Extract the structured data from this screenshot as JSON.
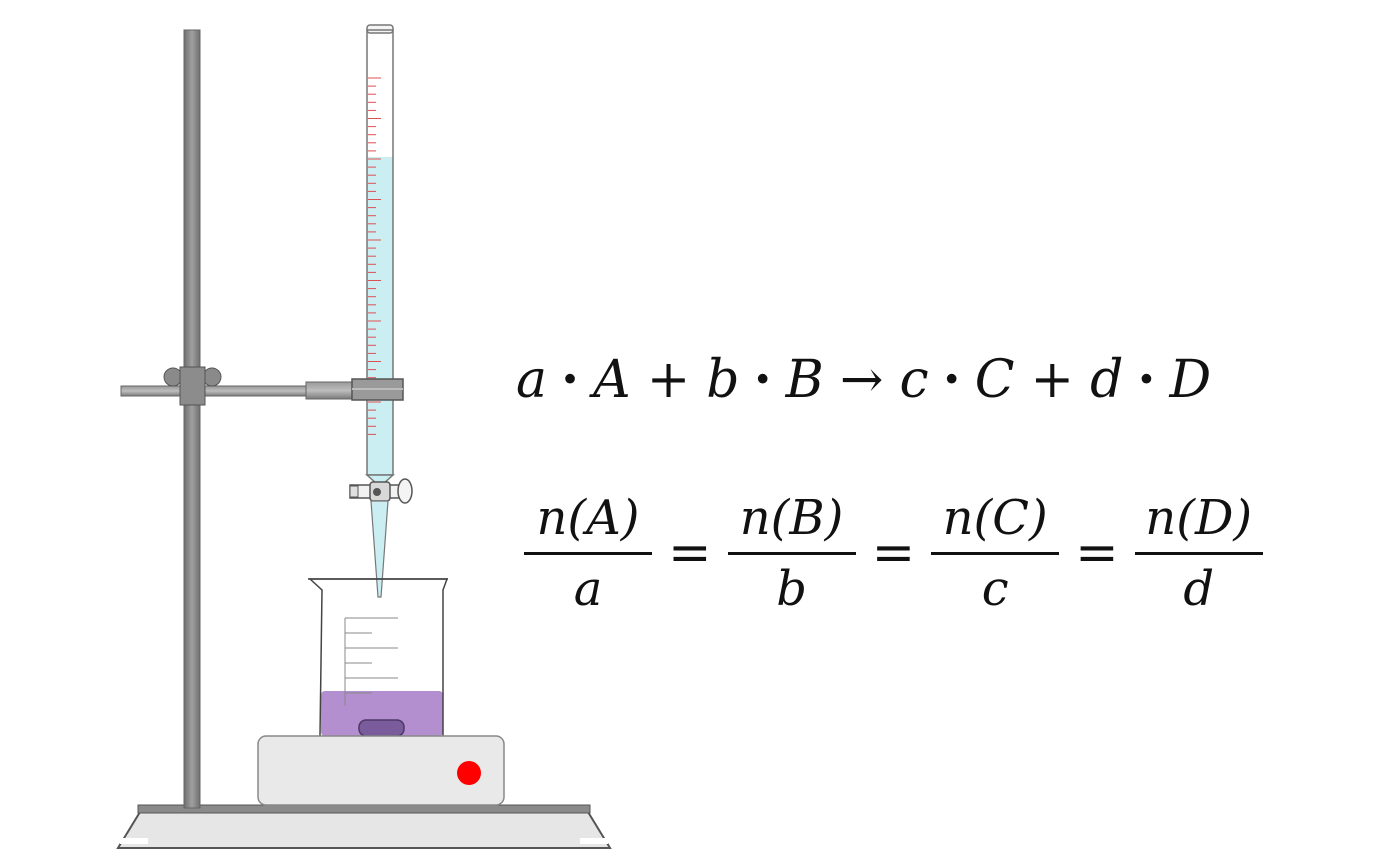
{
  "equation": {
    "terms": [
      {
        "coef": "a",
        "species": "A"
      },
      {
        "coef": "b",
        "species": "B"
      },
      {
        "coef": "c",
        "species": "C"
      },
      {
        "coef": "d",
        "species": "D"
      }
    ],
    "dot": "·",
    "plus": "+",
    "arrow": "→"
  },
  "ratio": {
    "fractions": [
      {
        "numerator": "n(A)",
        "denominator": "a"
      },
      {
        "numerator": "n(B)",
        "denominator": "b"
      },
      {
        "numerator": "n(C)",
        "denominator": "c"
      },
      {
        "numerator": "n(D)",
        "denominator": "d"
      }
    ],
    "equals": "="
  },
  "colors": {
    "titrant": "#cbeef3",
    "analyte": "#b48fd0",
    "stir_bar": "#7a5c9c",
    "indicator_light": "#ff0000",
    "metal": "#8a8a8a",
    "graduation_marks": "#e05050"
  },
  "icons": {
    "stand": "retort-stand-icon",
    "burette": "burette-icon",
    "beaker": "beaker-icon",
    "stirrer": "magnetic-stirrer-icon"
  }
}
